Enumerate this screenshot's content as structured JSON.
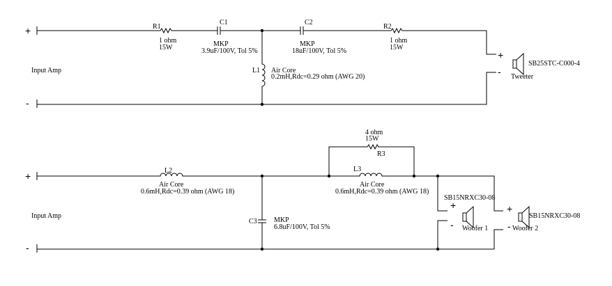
{
  "top_circuit": {
    "input_label": "Input Amp",
    "plus": "+",
    "minus": "-",
    "r1": {
      "ref": "R1",
      "value": "1 ohm",
      "power": "15W"
    },
    "c1": {
      "ref": "C1",
      "type": "MKP",
      "spec": "3.9uF/100V, Tol 5%"
    },
    "c2": {
      "ref": "C2",
      "type": "MKP",
      "spec": "18uF/100V, Tol 5%"
    },
    "r2": {
      "ref": "R2",
      "value": "1 ohm",
      "power": "15W"
    },
    "l1": {
      "ref": "L1",
      "type": "Air Core",
      "spec": "0.2mH,Rdc=0.29 ohm (AWG 20)"
    },
    "tweeter": {
      "model": "SB25STC-C000-4",
      "label": "Tweeter",
      "plus": "+",
      "minus": "-"
    }
  },
  "bottom_circuit": {
    "input_label": "Input Amp",
    "plus": "+",
    "minus": "-",
    "l2": {
      "ref": "L2",
      "type": "Air Core",
      "spec": "0.6mH,Rdc=0.39 ohm (AWG 18)"
    },
    "r3": {
      "ref": "R3",
      "value": "4 ohm",
      "power": "15W"
    },
    "l3": {
      "ref": "L3",
      "type": "Air Core",
      "spec": "0.6mH,Rdc=0.39 ohm (AWG 18)"
    },
    "c3": {
      "ref": "C3",
      "type": "MKP",
      "spec": "6.8uF/100V, Tol 5%"
    },
    "woofer1": {
      "model": "SB15NRXC30-08",
      "label": "Woofer 1",
      "plus": "+",
      "minus": "-"
    },
    "woofer2": {
      "model": "SB15NRXC30-08",
      "label": "Woofer 2",
      "plus": "+",
      "minus": "-"
    }
  }
}
